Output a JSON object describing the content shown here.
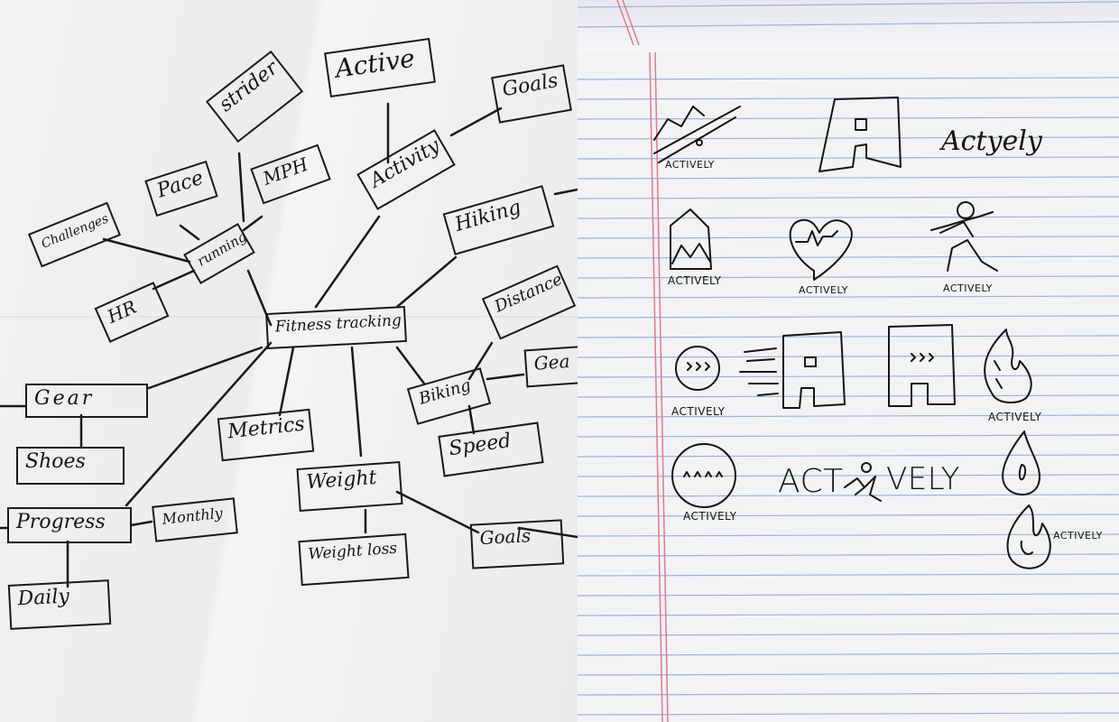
{
  "mindmap": {
    "center": "Fitness tracking",
    "nodes": {
      "active": "Active",
      "goals_top": "Goals",
      "strider": "strider",
      "pace": "Pace",
      "mph": "MPH",
      "activity": "Activity",
      "challenges": "Challenges",
      "running": "running",
      "hiking": "Hiking",
      "hr": "HR",
      "distance": "Distance",
      "gear_right": "Gea",
      "gear": "Gear",
      "biking": "Biking",
      "shoes": "Shoes",
      "metrics": "Metrics",
      "speed": "Speed",
      "weight": "Weight",
      "progress": "Progress",
      "monthly": "Monthly",
      "weight_loss": "Weight loss",
      "goals_bottom": "Goals",
      "daily": "Daily"
    }
  },
  "logo_sketches": {
    "brand": "ACTIVELY",
    "script_wordmark": "Actyely",
    "combo_left": "ACT",
    "combo_right": "VELY"
  },
  "colors": {
    "ink": "#151515",
    "notebook_rule": "#8fa9d8",
    "margin_line": "#e07b86"
  }
}
